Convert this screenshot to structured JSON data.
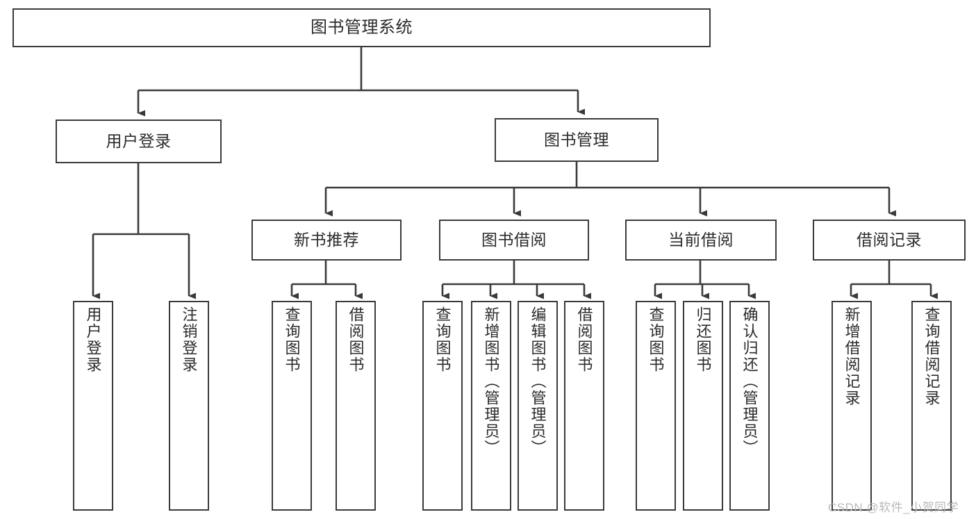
{
  "diagram": {
    "type": "tree",
    "title": "图书管理系统",
    "watermark": "CSDN @软件_小贺同学",
    "style": {
      "border_color": "#3a3a3a",
      "text_color": "#2b2b2b",
      "background": "#ffffff",
      "watermark_color": "#b9b9b9"
    },
    "root": {
      "label": "图书管理系统"
    },
    "level1": [
      {
        "label": "用户登录"
      },
      {
        "label": "图书管理"
      }
    ],
    "level2": [
      {
        "label": "新书推荐"
      },
      {
        "label": "图书借阅"
      },
      {
        "label": "当前借阅"
      },
      {
        "label": "借阅记录"
      }
    ],
    "leaves": {
      "user_login": [
        {
          "label": "用户登录"
        },
        {
          "label": "注销登录"
        }
      ],
      "new_book_recommend": [
        {
          "label": "查询图书"
        },
        {
          "label": "借阅图书"
        }
      ],
      "book_borrow": [
        {
          "label": "查询图书"
        },
        {
          "label": "新增图书（管理员）"
        },
        {
          "label": "编辑图书（管理员）"
        },
        {
          "label": "借阅图书"
        }
      ],
      "current_borrow": [
        {
          "label": "查询图书"
        },
        {
          "label": "归还图书"
        },
        {
          "label": "确认归还（管理员）"
        }
      ],
      "borrow_record": [
        {
          "label": "新增借阅记录"
        },
        {
          "label": "查询借阅记录"
        }
      ]
    }
  }
}
